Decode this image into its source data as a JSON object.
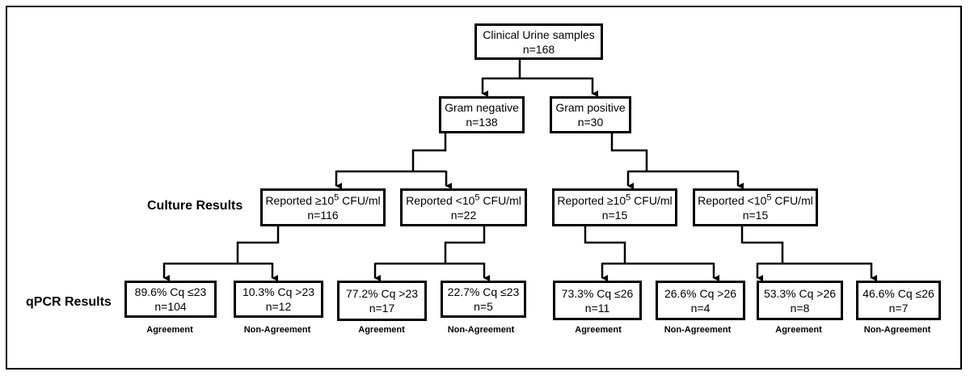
{
  "root": {
    "title": "Clinical Urine samples",
    "n": "n=168"
  },
  "gram": [
    {
      "title": "Gram negative",
      "n": "n=138"
    },
    {
      "title": "Gram positive",
      "n": "n=30"
    }
  ],
  "row_labels": {
    "culture": "Culture Results",
    "qpcr": "qPCR Results"
  },
  "culture": [
    {
      "prefix": "Reported ≥10",
      "exp": "5",
      "suffix": " CFU/ml",
      "n": "n=116"
    },
    {
      "prefix": "Reported <10",
      "exp": "5",
      "suffix": " CFU/ml",
      "n": "n=22"
    },
    {
      "prefix": "Reported ≥10",
      "exp": "5",
      "suffix": " CFU/ml",
      "n": "n=15"
    },
    {
      "prefix": "Reported <10",
      "exp": "5",
      "suffix": " CFU/ml",
      "n": "n=15"
    }
  ],
  "qpcr": [
    {
      "title": "89.6% Cq ≤23",
      "n": "n=104",
      "tag": "Agreement"
    },
    {
      "title": "10.3% Cq >23",
      "n": "n=12",
      "tag": "Non-Agreement"
    },
    {
      "title": "77.2% Cq >23",
      "n": "n=17",
      "tag": "Agreement"
    },
    {
      "title": "22.7% Cq ≤23",
      "n": "n=5",
      "tag": "Non-Agreement"
    },
    {
      "title": "73.3% Cq ≤26",
      "n": "n=11",
      "tag": "Agreement"
    },
    {
      "title": "26.6% Cq >26",
      "n": "n=4",
      "tag": "Non-Agreement"
    },
    {
      "title": "53.3% Cq >26",
      "n": "n=8",
      "tag": "Agreement"
    },
    {
      "title": "46.6% Cq ≤26",
      "n": "n=7",
      "tag": "Non-Agreement"
    }
  ]
}
